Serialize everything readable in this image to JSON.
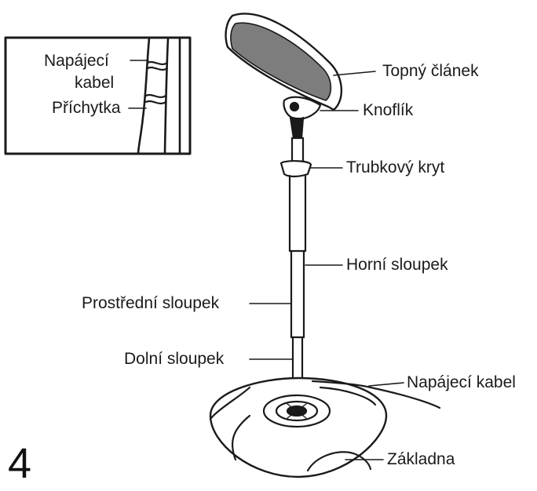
{
  "figure_number": "4",
  "inset": {
    "cable_line1": "Napájecí",
    "cable_line2": "kabel",
    "clip": "Příchytka"
  },
  "labels": {
    "heating_element": "Topný článek",
    "knob": "Knoflík",
    "tube_cover": "Trubkový kryt",
    "upper_pole": "Horní sloupek",
    "middle_pole": "Prostřední sloupek",
    "lower_pole": "Dolní sloupek",
    "power_cable": "Napájecí kabel",
    "base": "Základna"
  }
}
